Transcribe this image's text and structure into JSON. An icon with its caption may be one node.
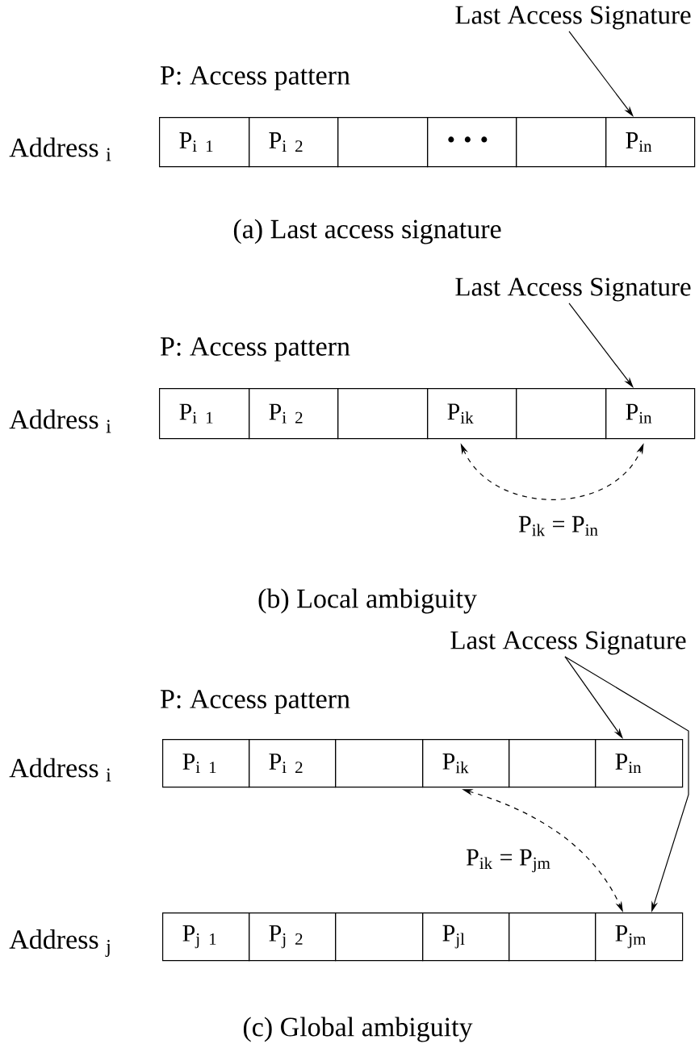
{
  "diagram": {
    "nodes": [
      {
        "text": [
          "Last Access Signature"
        ]
      },
      {
        "text": [
          "P$_{i 1}$"
        ]
      },
      {
        "text": [
          "P$_{i 2}$"
        ]
      },
      {
        "text": [],
        "shape": "box"
      },
      {
        "text": [
          "• • •"
        ]
      },
      {
        "text": [],
        "shape": "box"
      },
      {
        "text": [
          "P$_{in}$"
        ]
      },
      {
        "text": [
          "Last Access Signature"
        ]
      },
      {
        "text": [
          "P$_{i 1}$"
        ]
      },
      {
        "text": [
          "P$_{i 2}$"
        ]
      },
      {
        "text": [],
        "shape": "box"
      },
      {
        "text": [
          "P$_{ik}$"
        ]
      },
      {
        "text": [],
        "shape": "box"
      },
      {
        "text": [
          "P$_{in}$"
        ]
      },
      {
        "text": [
          "Last Access Signature"
        ]
      },
      {
        "text": [
          "P$_{i 1}$"
        ]
      },
      {
        "text": [
          "P$_{i 2}$"
        ]
      },
      {
        "text": [],
        "shape": "box"
      },
      {
        "text": [
          "P$_{ik}$"
        ]
      },
      {
        "text": [],
        "shape": "box"
      },
      {
        "text": [
          "P$_{in}$"
        ]
      },
      {
        "text": [
          "P$_{j 1}$"
        ]
      },
      {
        "text": [
          "P$_{j 2}$"
        ]
      },
      {
        "text": [],
        "shape": "box"
      },
      {
        "text": [
          "P$_{jl}$"
        ]
      },
      {
        "text": [],
        "shape": "box"
      },
      {
        "text": [
          "P$_{jm}$"
        ]
      }
    ],
    "edges": [
      {
        "from": 0,
        "to": 6,
        "arrow": "to"
      },
      {
        "from": 7,
        "to": 13,
        "arrow": "to"
      },
      {
        "from": 11,
        "to": 13,
        "arrow": "both",
        "style": "dashed",
        "label": "P$_{ik}$ = P$_{in}$"
      },
      {
        "from": 14,
        "to": 20,
        "arrow": "to"
      },
      {
        "from": 14,
        "to": 26,
        "arrow": "to"
      },
      {
        "from": 18,
        "to": 26,
        "arrow": "both",
        "style": "dashed",
        "label": "P$_{ik}$ = P$_{jm}$"
      }
    ],
    "labels": [
      "P: Access pattern",
      "Address $_{i}$",
      "(a) Last access signature",
      "P: Access pattern",
      "Address $_{i}$",
      "(b) Local ambiguity",
      "P: Access pattern",
      "Address $_{i}$",
      "Address $_{j}$",
      "(c) Global ambiguity"
    ]
  }
}
